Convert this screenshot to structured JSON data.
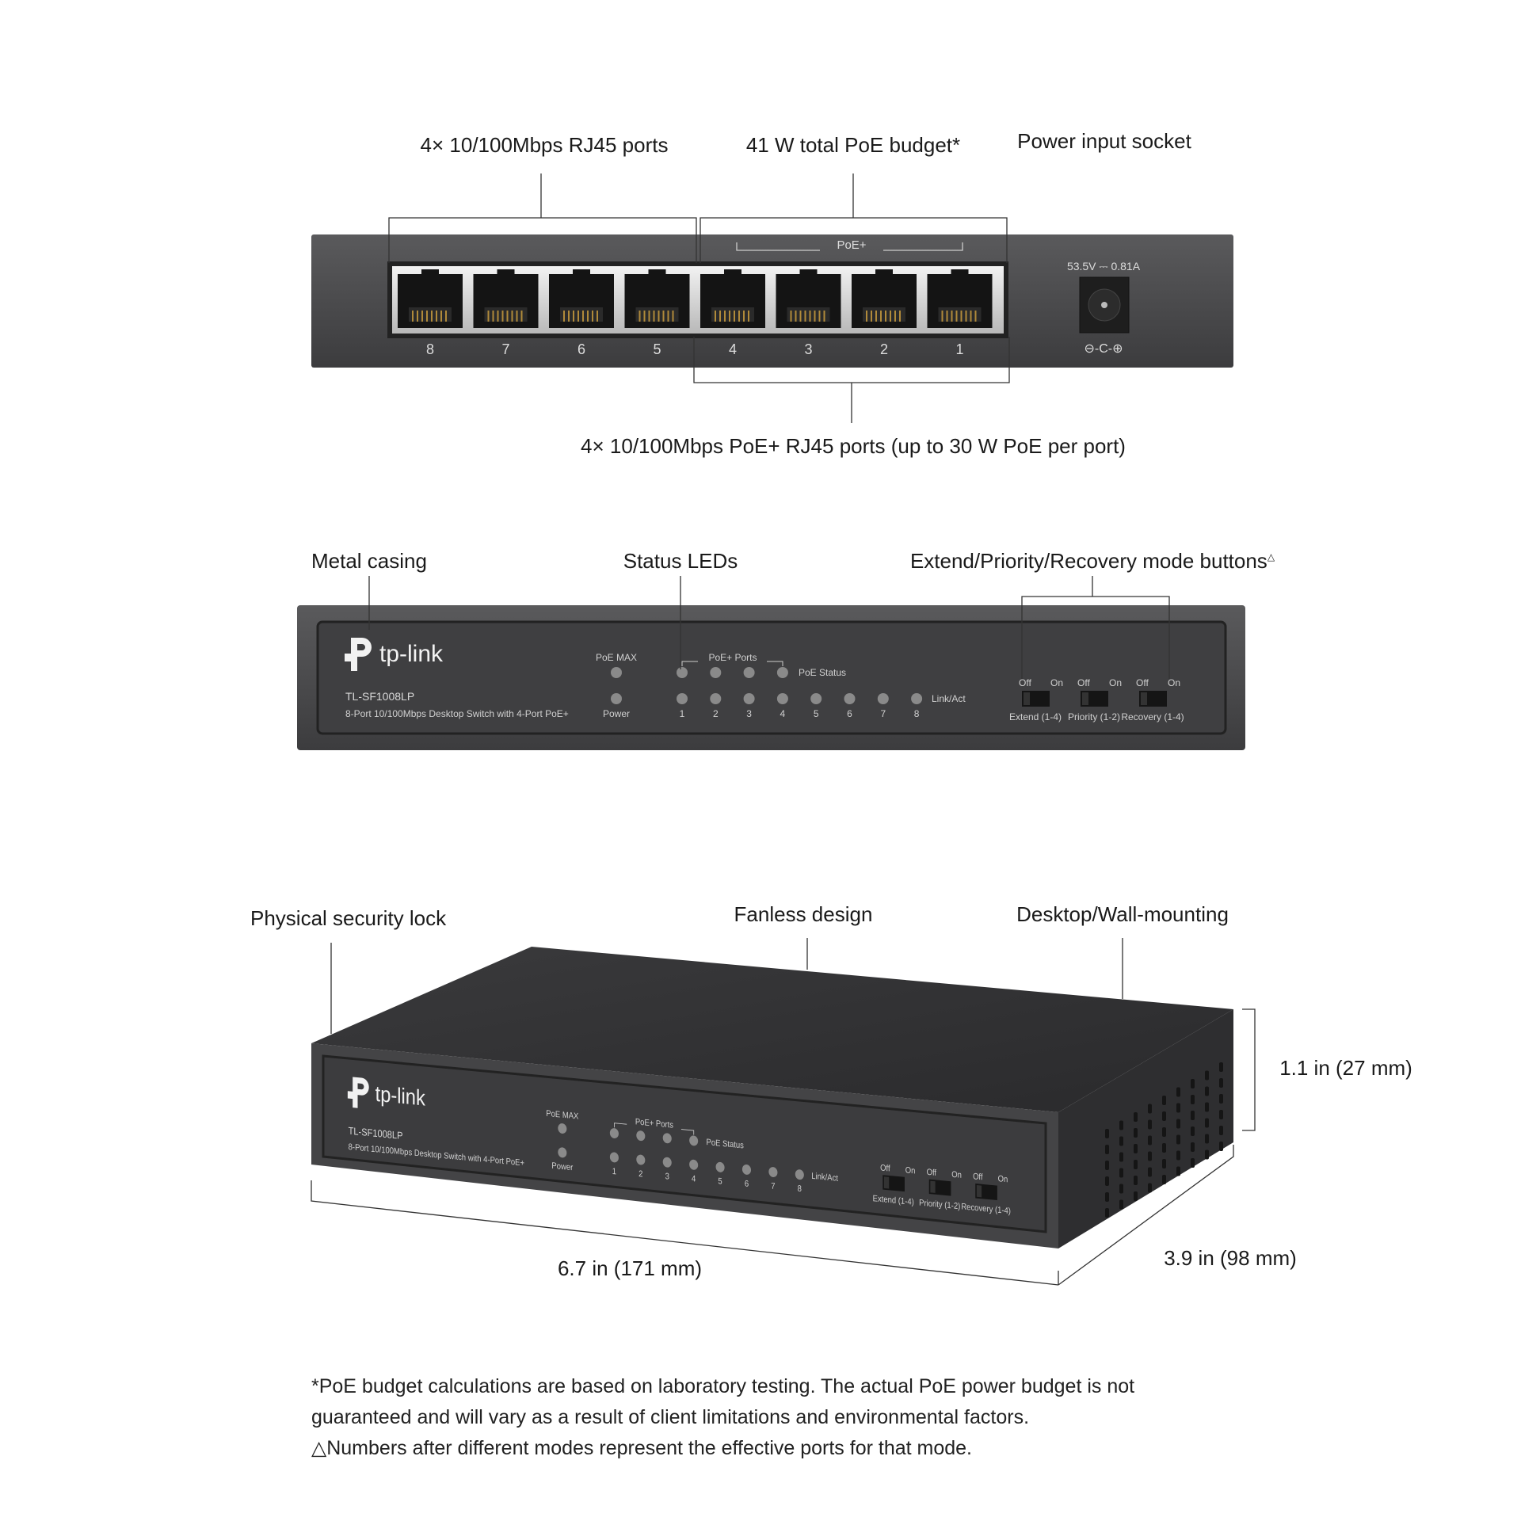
{
  "rear": {
    "label_rj45": "4× 10/100Mbps RJ45 ports",
    "label_budget": "41 W total PoE budget*",
    "label_power": "Power input socket",
    "label_poe_ports": "4× 10/100Mbps PoE+ RJ45 ports (up to 30 W PoE per port)",
    "poe_plus": "PoE+",
    "power_rating": "53.5V ⎓ 0.81A",
    "polarity_symbol": "⊖-C-⊕",
    "port_numbers": [
      "8",
      "7",
      "6",
      "5",
      "4",
      "3",
      "2",
      "1"
    ]
  },
  "front": {
    "label_casing": "Metal casing",
    "label_leds": "Status LEDs",
    "label_buttons": "Extend/Priority/Recovery mode buttons",
    "label_buttons_mark": "△",
    "brand": "tp-link",
    "model": "TL-SF1008LP",
    "description": "8-Port 10/100Mbps Desktop Switch with 4-Port PoE+",
    "poe_max": "PoE MAX",
    "power": "Power",
    "poe_ports": "PoE+ Ports",
    "poe_status": "PoE Status",
    "link_act": "Link/Act",
    "led_numbers": [
      "1",
      "2",
      "3",
      "4",
      "5",
      "6",
      "7",
      "8"
    ],
    "switches": [
      {
        "name": "Extend (1-4)",
        "off": "Off",
        "on": "On"
      },
      {
        "name": "Priority (1-2)",
        "off": "Off",
        "on": "On"
      },
      {
        "name": "Recovery (1-4)",
        "off": "Off",
        "on": "On"
      }
    ]
  },
  "perspective": {
    "label_lock": "Physical security lock",
    "label_fanless": "Fanless design",
    "label_mount": "Desktop/Wall-mounting",
    "height": "1.1 in (27 mm)",
    "width": "6.7 in (171 mm)",
    "depth": "3.9 in (98 mm)"
  },
  "footnotes": [
    "*PoE budget calculations are based on laboratory testing. The actual PoE power budget is not",
    "guaranteed and will vary as a result of client limitations and environmental factors.",
    "△Numbers after different modes represent the effective ports for that mode."
  ]
}
